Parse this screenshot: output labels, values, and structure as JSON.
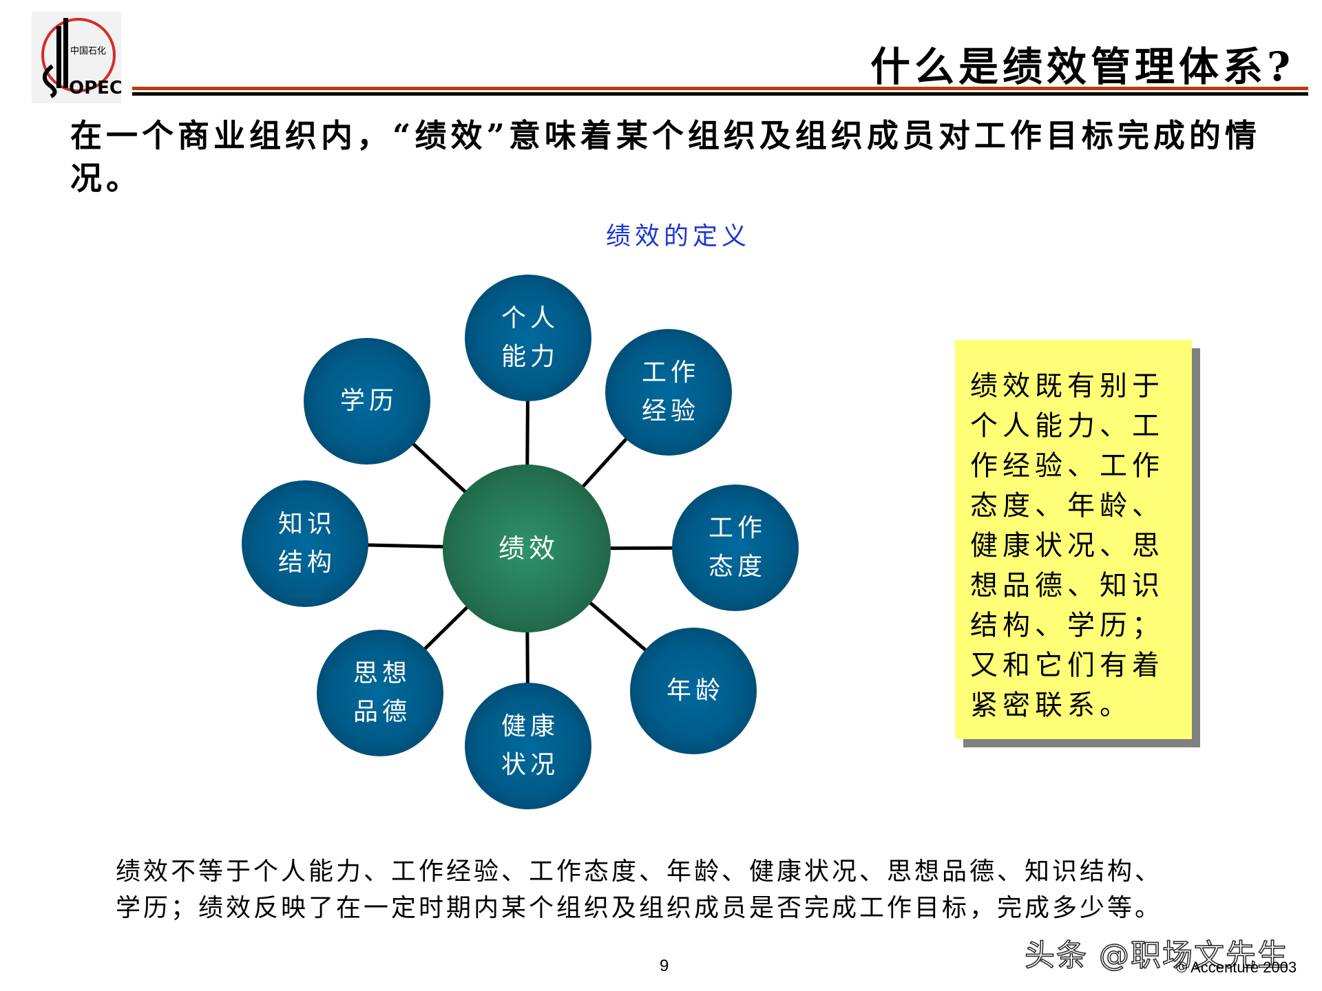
{
  "header": {
    "logo": {
      "brand_text": "SINOPEC",
      "cn_text": "中国石化",
      "ring_color": "#d42b2b"
    },
    "title": "什么是绩效管理体系?",
    "rule_colors": {
      "top": "#bf3a10",
      "bottom": "#000000"
    }
  },
  "intro": {
    "text": "在一个商业组织内，“绩效”意味着某个组织及组织成员对工作目标完成的情况。"
  },
  "diagram": {
    "label": "绩效的定义",
    "label_color": "#1a36d4",
    "center": {
      "label": "绩效",
      "color": "#2e936a"
    },
    "node_color": "#006a9e",
    "nodes": [
      {
        "id": "individual-ability",
        "line1": "个人",
        "line2": "能力"
      },
      {
        "id": "work-experience",
        "line1": "工作",
        "line2": "经验"
      },
      {
        "id": "work-attitude",
        "line1": "工作",
        "line2": "态度"
      },
      {
        "id": "age",
        "line1": "年龄",
        "line2": ""
      },
      {
        "id": "health",
        "line1": "健康",
        "line2": "状况"
      },
      {
        "id": "moral-character",
        "line1": "思想",
        "line2": "品德"
      },
      {
        "id": "knowledge-structure",
        "line1": "知识",
        "line2": "结构"
      },
      {
        "id": "education",
        "line1": "学历",
        "line2": ""
      }
    ]
  },
  "note": {
    "background": "#ffff77",
    "lines": [
      "绩效既有别于",
      "个人能力、工",
      "作经验、工作",
      "态度、年龄、",
      "健康状况、思",
      "想品德、知识",
      "结构、学历；",
      "又和它们有着",
      "紧密联系。"
    ]
  },
  "summary": {
    "line1": "绩效不等于个人能力、工作经验、工作态度、年龄、健康状况、思想品德、知识结构、",
    "line2": "学历；绩效反映了在一定时期内某个组织及组织成员是否完成工作目标，完成多少等。"
  },
  "footer": {
    "page_number": "9",
    "watermark": "头条 @职场文先生",
    "copyright": "© Accenture 2003"
  }
}
